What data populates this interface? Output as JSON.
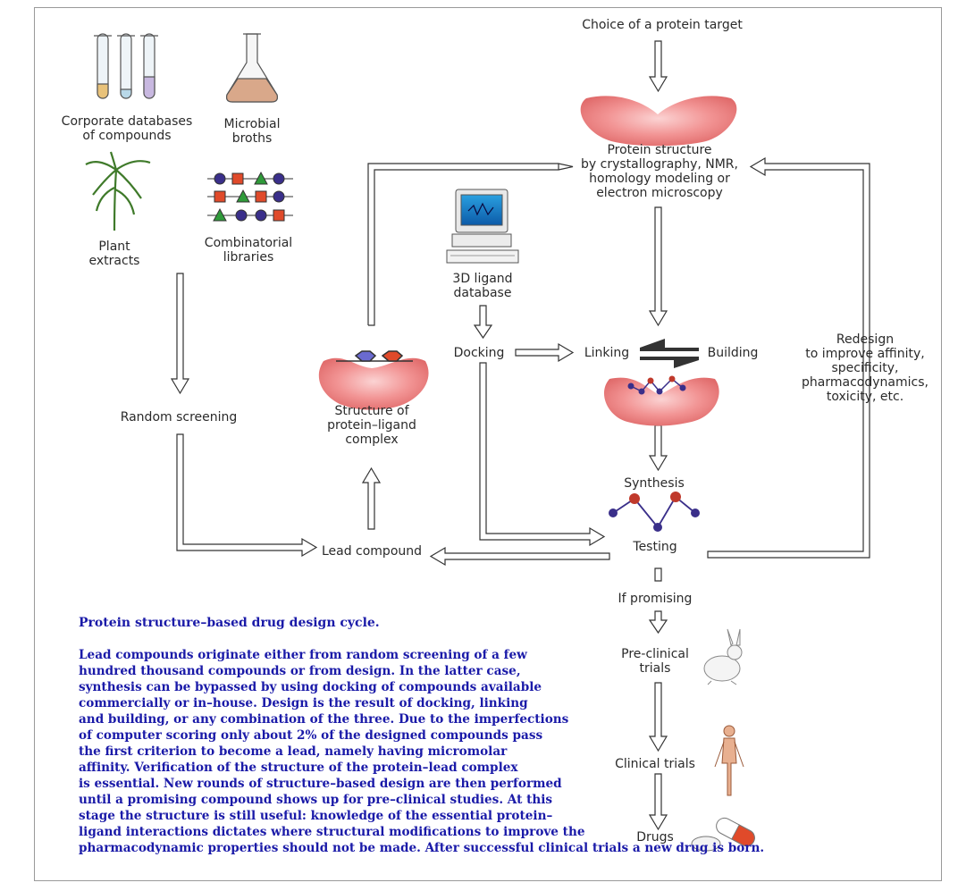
{
  "labels": {
    "choice_target": "Choice of a protein target",
    "corporate_db": "Corporate databases\nof compounds",
    "microbial_broths": "Microbial\nbroths",
    "plant_extracts": "Plant\nextracts",
    "combinatorial": "Combinatorial\nlibraries",
    "protein_structure": "Protein structure\nby crystallography, NMR,\nhomology modeling or\nelectron microscopy",
    "ligand_db": "3D ligand\ndatabase",
    "docking": "Docking",
    "linking": "Linking",
    "building": "Building",
    "redesign": "Redesign\nto improve affinity,\nspecificity,\npharmacodynamics,\ntoxicity, etc.",
    "random_screening": "Random screening",
    "complex": "Structure of\nprotein–ligand\ncomplex",
    "synthesis": "Synthesis",
    "testing": "Testing",
    "lead_compound": "Lead compound",
    "if_promising": "If promising",
    "preclinical": "Pre-clinical\ntrials",
    "clinical": "Clinical trials",
    "drugs": "Drugs"
  },
  "caption": {
    "title": "Protein structure–based drug design cycle.",
    "body": "Lead compounds originate either from random screening of a few\nhundred thousand compounds or from design. In the latter case,\nsynthesis can be bypassed by using docking of compounds available\ncommercially or in–house. Design is the result of docking, linking\nand building, or any combination of the three. Due to the imperfections\nof computer scoring only about 2% of the designed compounds pass\nthe first criterion to become a lead, namely having micromolar\naffinity. Verification of the structure of the protein–lead complex\nis essential. New rounds of structure–based design are then performed\nuntil a promising compound shows up for pre–clinical studies. At this\nstage the structure is still useful: knowledge of the essential protein–\nligand interactions dictates where structural modifications to improve the\npharmacodynamic properties should not be made. After successful clinical trials a new drug is born."
  },
  "colors": {
    "protein": "#f08a8a",
    "caption_text": "#1a1aa8",
    "arrow_outline": "#333333",
    "ligand_node": "#c0392b",
    "ligand_node_blue": "#3a2f8a"
  }
}
